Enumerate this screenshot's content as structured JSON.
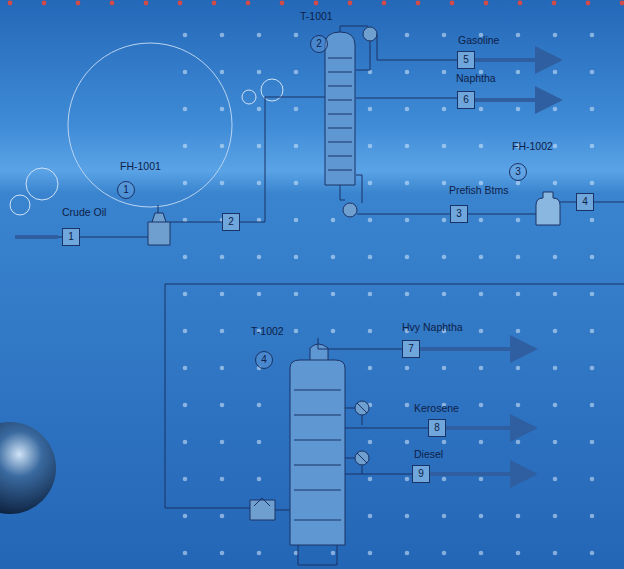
{
  "diagram": {
    "nodes": [
      {
        "text": [
          "2"
        ]
      },
      {
        "text": [
          "5"
        ]
      },
      {
        "text": [
          "6"
        ]
      },
      {
        "text": [
          "3"
        ]
      },
      {
        "text": [
          "1"
        ]
      },
      {
        "text": [
          "4"
        ]
      },
      {
        "text": [
          "2"
        ]
      },
      {
        "text": [
          "3"
        ]
      },
      {
        "text": [
          "1"
        ]
      },
      {
        "text": [
          "4"
        ]
      },
      {
        "text": [
          "7"
        ]
      },
      {
        "text": [
          "8"
        ]
      },
      {
        "text": [
          "9"
        ]
      }
    ],
    "labels": [
      "T-1001",
      "Gasoline",
      "Naphtha",
      "FH-1002",
      "Prefish Btms",
      "FH-1001",
      "Crude Oil",
      "T-1002",
      "Hvy Naphtha",
      "Kerosene",
      "Diesel"
    ]
  }
}
